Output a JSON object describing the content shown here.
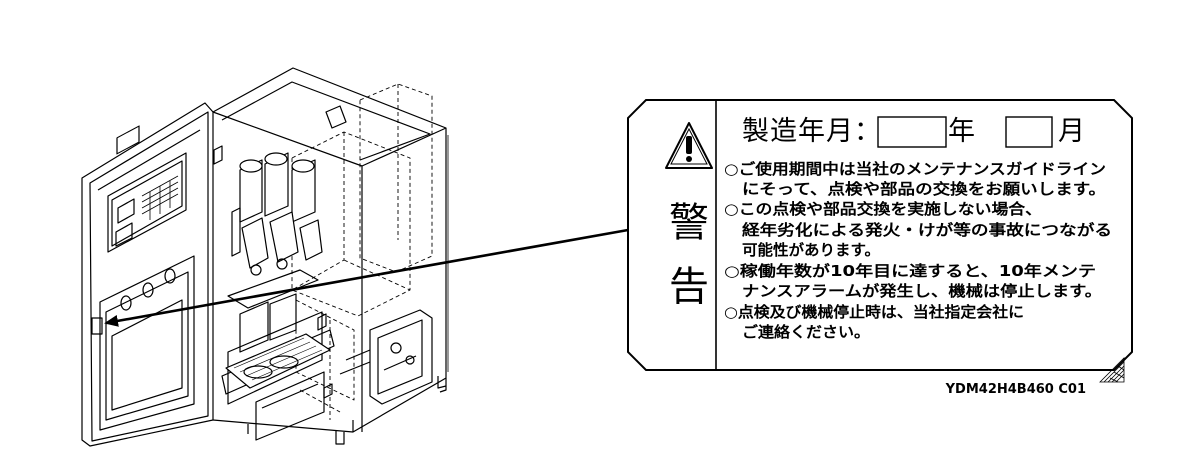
{
  "label": {
    "mfg_prefix": "製造年月：",
    "year_unit": "年",
    "month_unit": "月",
    "warning_kanji": [
      "警",
      "告"
    ],
    "lines": [
      "○ご使用期間中は当社のメンテナンスガイドライン",
      "にそって、点検や部品の交換をお願いします。",
      "○この点検や部品交換を実施しない場合、",
      "経年劣化による発火・けが等の事故につながる",
      "可能性があります。",
      "○稼働年数が10年目に達すると、10年メンテ",
      "ナンスアラームが発生し、機械は停止します。",
      "○点検及び機械停止時は、当社指定会社に",
      "ご連絡ください。"
    ],
    "part_number": "YDM42H4B460 C01"
  },
  "icons": {
    "warning": "warning-triangle-icon",
    "hatch": "hatch-mark-icon"
  }
}
